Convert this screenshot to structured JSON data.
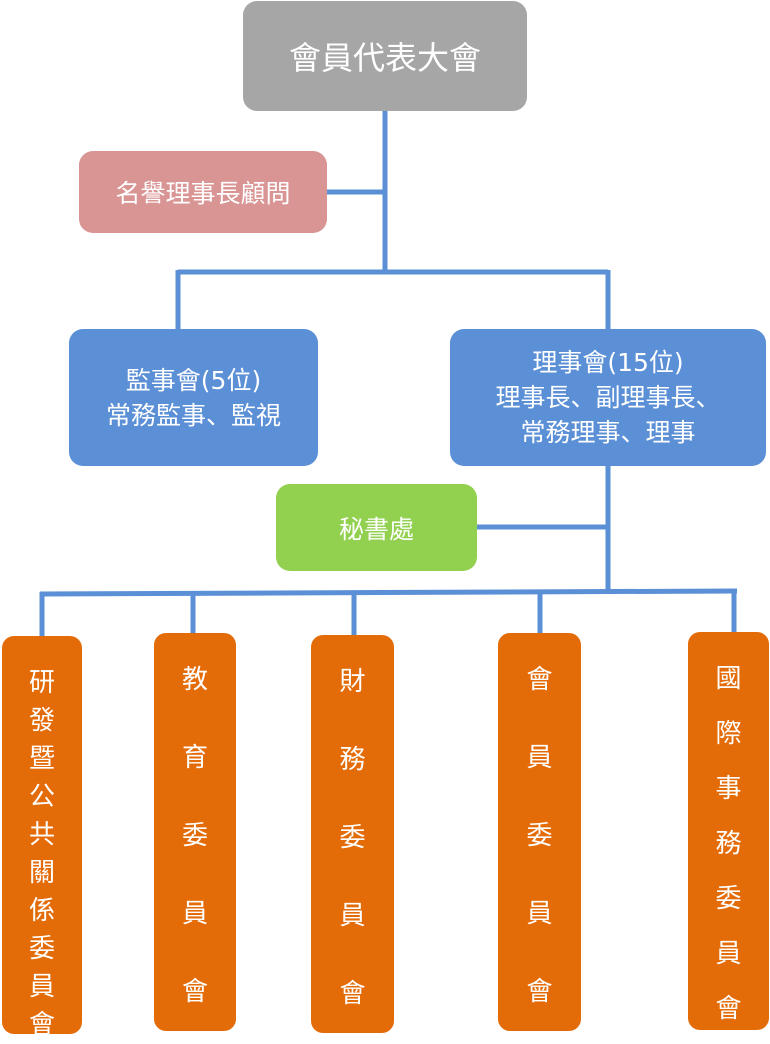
{
  "colors": {
    "connector": "#5b8fd6",
    "assembly": "#a6a6a6",
    "honorary": "#d99594",
    "board": "#5b8fd6",
    "secretariat": "#92d050",
    "committee": "#e36c09"
  },
  "assembly": {
    "label": "會員代表大會"
  },
  "honorary": {
    "label": "名譽理事長顧問"
  },
  "supervisors": {
    "line1": "監事會(5位)",
    "line2": "常務監事、監視"
  },
  "board": {
    "line1": "理事會(15位)",
    "line2": "理事長、副理事長、",
    "line3": "常務理事、理事"
  },
  "secretariat": {
    "label": "秘書處"
  },
  "committees": [
    {
      "label": "研發暨公共關係委員會"
    },
    {
      "label": "教育委員會"
    },
    {
      "label": "財務委員會"
    },
    {
      "label": "會員委員會"
    },
    {
      "label": "國際事務委員會"
    }
  ]
}
